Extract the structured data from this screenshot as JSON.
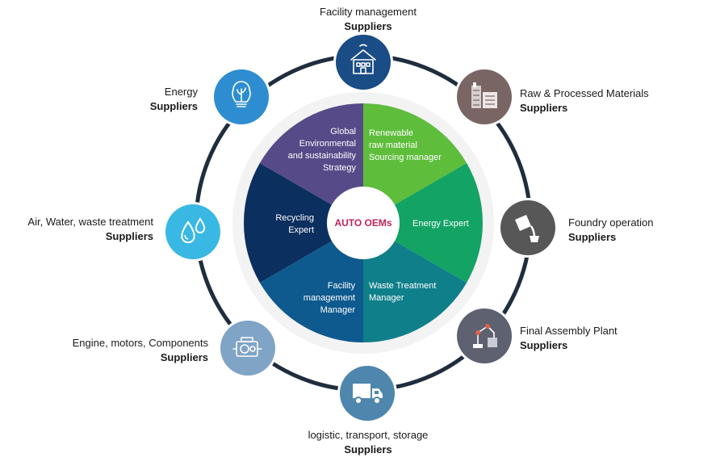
{
  "center": {
    "label": "AUTO OEMs"
  },
  "roles": [
    {
      "id": "renewable",
      "lines": [
        "Renewable",
        "raw material",
        "Sourcing  manager"
      ],
      "color": "#5fbd3c"
    },
    {
      "id": "energy",
      "lines": [
        "Energy Expert"
      ],
      "color": "#13a364"
    },
    {
      "id": "waste",
      "lines": [
        "Waste Treatment",
        "Manager"
      ],
      "color": "#0f7f8a"
    },
    {
      "id": "facility",
      "lines": [
        "Facility",
        "management",
        "Manager"
      ],
      "color": "#0e5a8e"
    },
    {
      "id": "recycling",
      "lines": [
        "Recycling",
        "Expert"
      ],
      "color": "#0b2f5f"
    },
    {
      "id": "global",
      "lines": [
        "Global",
        "Environmental",
        "and sustainability",
        "Strategy"
      ],
      "color": "#574a88"
    }
  ],
  "suppliers": [
    {
      "id": "facility-mgmt",
      "title": "Facility management",
      "subtitle": "Suppliers",
      "icon": "factory-house-icon",
      "color": "#1a4c85"
    },
    {
      "id": "raw-materials",
      "title": "Raw & Processed Materials",
      "subtitle": "Suppliers",
      "icon": "industrial-plant-icon",
      "color": "#7a6565"
    },
    {
      "id": "foundry",
      "title": "Foundry operation",
      "subtitle": "Suppliers",
      "icon": "ladle-pour-icon",
      "color": "#575757"
    },
    {
      "id": "assembly",
      "title": "Final Assembly Plant",
      "subtitle": "Suppliers",
      "icon": "robot-arm-icon",
      "color": "#5d6170"
    },
    {
      "id": "logistics",
      "title": "logistic, transport, storage",
      "subtitle": "Suppliers",
      "icon": "truck-icon",
      "color": "#4e86ad"
    },
    {
      "id": "engine",
      "title": "Engine, motors, Components",
      "subtitle": "Suppliers",
      "icon": "engine-icon",
      "color": "#7fa4c6"
    },
    {
      "id": "air-water",
      "title": "Air, Water, waste treatment",
      "subtitle": "Suppliers",
      "icon": "water-drops-icon",
      "color": "#3ab8e4"
    },
    {
      "id": "energy-sup",
      "title": "Energy",
      "subtitle": "Suppliers",
      "icon": "lightbulb-leaf-icon",
      "color": "#2e8dd0"
    }
  ]
}
